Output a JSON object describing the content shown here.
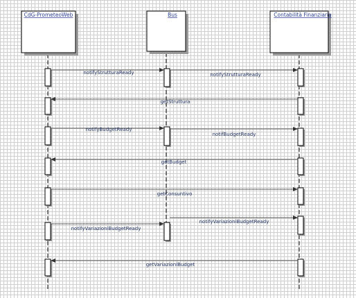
{
  "participants": [
    {
      "id": "cdg",
      "label": "CdG-PrometeoWeb"
    },
    {
      "id": "bus",
      "label": "Bus"
    },
    {
      "id": "cf",
      "label": "Contabilità Finanziaria"
    }
  ],
  "messages": [
    {
      "label": "notifyStrutturaReady",
      "from": "cdg",
      "to": "bus"
    },
    {
      "label": "notifyStrutturaReady",
      "from": "bus",
      "to": "cf"
    },
    {
      "label": "getStruttura",
      "from": "cf",
      "to": "cdg"
    },
    {
      "label": "notifyBudgetReady",
      "from": "cdg",
      "to": "bus"
    },
    {
      "label": "notifBudgetReady",
      "from": "bus",
      "to": "cf"
    },
    {
      "label": "getBudget",
      "from": "cf",
      "to": "cdg"
    },
    {
      "label": "getConsuntivo",
      "from": "cdg",
      "to": "cf"
    },
    {
      "label": "notifyVariazioniBudgetReady",
      "from": "bus",
      "to": "cf"
    },
    {
      "label": "notifyVariazioniBudgetReady",
      "from": "cdg",
      "to": "bus"
    },
    {
      "label": "getVariazioniBudget",
      "from": "cf",
      "to": "cdg"
    }
  ]
}
